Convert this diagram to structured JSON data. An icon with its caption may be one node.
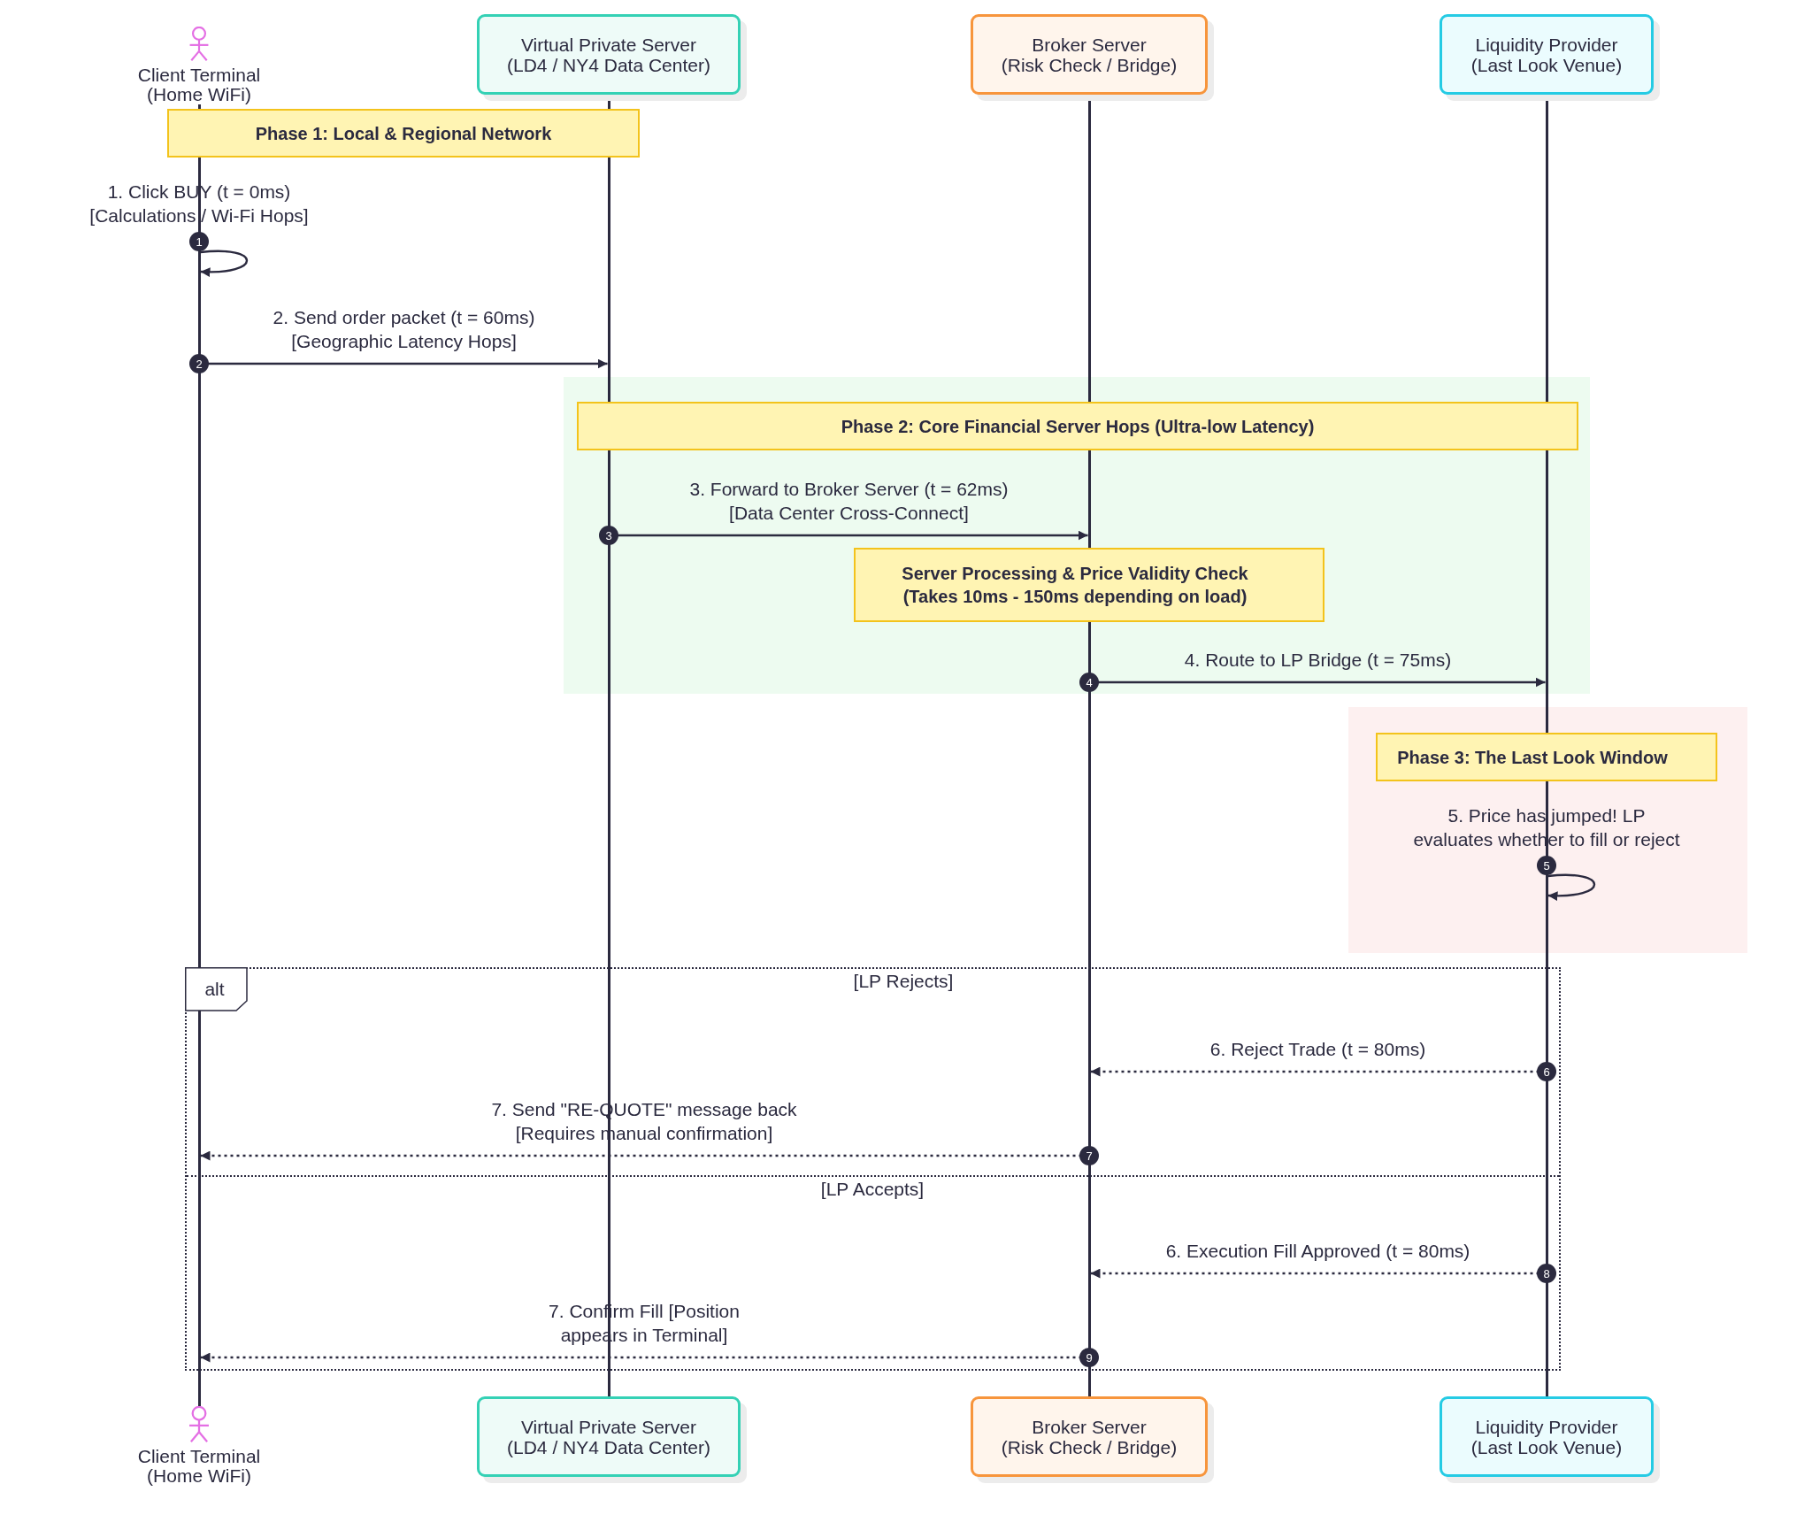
{
  "diagram": {
    "nodes": [
      {
        "text": [
          "Client Terminal",
          "(Home WiFi)"
        ]
      },
      {
        "text": [
          "Virtual Private Server",
          "(LD4 / NY4 Data Center)"
        ]
      },
      {
        "text": [
          "Broker Server",
          "(Risk Check / Bridge)"
        ]
      },
      {
        "text": [
          "Liquidity Provider",
          "(Last Look Venue)"
        ]
      },
      {
        "text": [],
        "shape": "bar"
      },
      {
        "text": [],
        "shape": "bar"
      },
      {
        "text": [],
        "shape": "bar"
      },
      {
        "text": [],
        "shape": "bar"
      },
      {
        "text": [
          "Phase 1: Local & Regional Network"
        ]
      },
      {
        "text": [],
        "shape": "box"
      },
      {
        "text": [
          "Phase 2: Core Financial Server Hops (Ultra-low Latency)"
        ],
        "in": 9
      },
      {
        "text": [
          "Server Processing & Price Validity Check (Takes 10ms - 150ms depending on load)"
        ],
        "in": 9
      },
      {
        "text": [],
        "shape": "box"
      },
      {
        "text": [
          "Phase 3: The Last Look Window"
        ],
        "in": 12
      },
      {
        "text": [
          "alt"
        ]
      },
      {
        "text": [
          "Client Terminal",
          "(Home WiFi)"
        ]
      },
      {
        "text": [
          "Virtual Private Server",
          "(LD4 / NY4 Data Center)"
        ]
      },
      {
        "text": [
          "Broker Server",
          "(Risk Check / Bridge)"
        ]
      },
      {
        "text": [
          "Liquidity Provider",
          "(Last Look Venue)"
        ]
      }
    ],
    "edges": [
      {
        "from": 4,
        "to": 4,
        "arrow": "to",
        "label": "1. Click BUY (t = 0ms) [Calculations / Wi-Fi Hops]"
      },
      {
        "from": 4,
        "to": 5,
        "arrow": "to",
        "label": "2. Send order packet (t = 60ms) [Geographic Latency Hops]"
      },
      {
        "from": 5,
        "to": 6,
        "arrow": "to",
        "label": "3. Forward to Broker Server (t = 62ms) [Data Center Cross-Connect]"
      },
      {
        "from": 6,
        "to": 7,
        "arrow": "to",
        "label": "4. Route to LP Bridge (t = 75ms)"
      },
      {
        "from": 7,
        "to": 7,
        "arrow": "to",
        "label": "5. Price has jumped! LP evaluates whether to fill or reject"
      },
      {
        "from": 7,
        "to": 6,
        "arrow": "to",
        "style": "dashed",
        "label": "6. Reject Trade (t = 80ms)"
      },
      {
        "from": 6,
        "to": 4,
        "arrow": "to",
        "style": "dashed",
        "label": "7. Send \"RE-QUOTE\" message back [Requires manual confirmation]"
      },
      {
        "from": 7,
        "to": 6,
        "arrow": "to",
        "style": "dashed",
        "label": "6. Execution Fill Approved (t = 80ms)"
      },
      {
        "from": 6,
        "to": 4,
        "arrow": "to",
        "style": "dashed",
        "label": "7. Confirm Fill [Position appears in Terminal]"
      }
    ],
    "labels": [
      "1",
      "2",
      "3",
      "4",
      "5",
      "6",
      "7",
      "8",
      "9",
      "[LP Rejects]",
      "[LP Accepts]"
    ]
  }
}
